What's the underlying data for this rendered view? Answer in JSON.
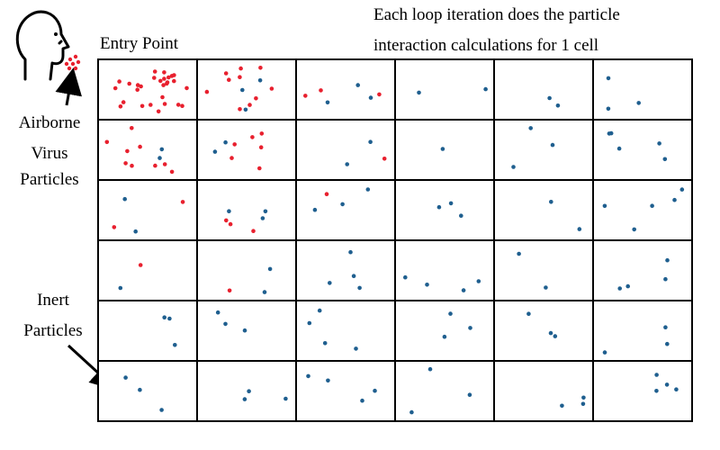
{
  "caption": {
    "line1": "Each loop iteration does the particle",
    "line2": "interaction calculations for 1 cell"
  },
  "entry_label": "Entry Point",
  "airborne_label": [
    "Airborne",
    "Virus",
    "Particles"
  ],
  "inert_label": [
    "Inert",
    "Particles"
  ],
  "grid": {
    "rows": 6,
    "cols": 6
  },
  "colors": {
    "virus_particle": "#e8202e",
    "inert_particle": "#1f5f8f",
    "grid_line": "#000000",
    "head_outline": "#000000"
  },
  "icons": {
    "head": "head-profile-icon",
    "arrow": "arrow-icon"
  },
  "particles": [
    {
      "row": 0,
      "col": 0,
      "virus": 28,
      "inert": 0
    },
    {
      "row": 0,
      "col": 1,
      "virus": 10,
      "inert": 3
    },
    {
      "row": 0,
      "col": 2,
      "virus": 3,
      "inert": 3
    },
    {
      "row": 0,
      "col": 3,
      "virus": 0,
      "inert": 2
    },
    {
      "row": 0,
      "col": 4,
      "virus": 0,
      "inert": 2
    },
    {
      "row": 0,
      "col": 5,
      "virus": 0,
      "inert": 3
    },
    {
      "row": 1,
      "col": 0,
      "virus": 9,
      "inert": 2
    },
    {
      "row": 1,
      "col": 1,
      "virus": 6,
      "inert": 2
    },
    {
      "row": 1,
      "col": 2,
      "virus": 1,
      "inert": 2
    },
    {
      "row": 1,
      "col": 3,
      "virus": 0,
      "inert": 1
    },
    {
      "row": 1,
      "col": 4,
      "virus": 0,
      "inert": 3
    },
    {
      "row": 1,
      "col": 5,
      "virus": 0,
      "inert": 5
    },
    {
      "row": 2,
      "col": 0,
      "virus": 2,
      "inert": 2
    },
    {
      "row": 2,
      "col": 1,
      "virus": 3,
      "inert": 3
    },
    {
      "row": 2,
      "col": 2,
      "virus": 1,
      "inert": 3
    },
    {
      "row": 2,
      "col": 3,
      "virus": 0,
      "inert": 3
    },
    {
      "row": 2,
      "col": 4,
      "virus": 0,
      "inert": 2
    },
    {
      "row": 2,
      "col": 5,
      "virus": 0,
      "inert": 5
    },
    {
      "row": 3,
      "col": 0,
      "virus": 1,
      "inert": 1
    },
    {
      "row": 3,
      "col": 1,
      "virus": 1,
      "inert": 2
    },
    {
      "row": 3,
      "col": 2,
      "virus": 0,
      "inert": 4
    },
    {
      "row": 3,
      "col": 3,
      "virus": 0,
      "inert": 4
    },
    {
      "row": 3,
      "col": 4,
      "virus": 0,
      "inert": 2
    },
    {
      "row": 3,
      "col": 5,
      "virus": 0,
      "inert": 4
    },
    {
      "row": 4,
      "col": 0,
      "virus": 0,
      "inert": 3
    },
    {
      "row": 4,
      "col": 1,
      "virus": 0,
      "inert": 3
    },
    {
      "row": 4,
      "col": 2,
      "virus": 0,
      "inert": 4
    },
    {
      "row": 4,
      "col": 3,
      "virus": 0,
      "inert": 3
    },
    {
      "row": 4,
      "col": 4,
      "virus": 0,
      "inert": 3
    },
    {
      "row": 4,
      "col": 5,
      "virus": 0,
      "inert": 3
    },
    {
      "row": 5,
      "col": 0,
      "virus": 0,
      "inert": 3
    },
    {
      "row": 5,
      "col": 1,
      "virus": 0,
      "inert": 3
    },
    {
      "row": 5,
      "col": 2,
      "virus": 0,
      "inert": 4
    },
    {
      "row": 5,
      "col": 3,
      "virus": 0,
      "inert": 3
    },
    {
      "row": 5,
      "col": 4,
      "virus": 0,
      "inert": 3
    },
    {
      "row": 5,
      "col": 5,
      "virus": 0,
      "inert": 4
    }
  ]
}
